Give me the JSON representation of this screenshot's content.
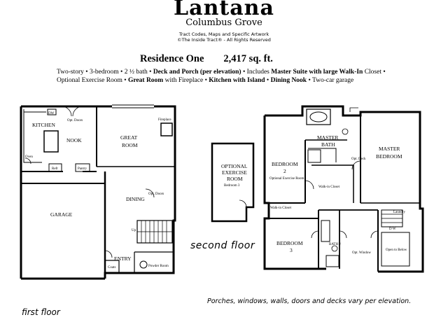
{
  "header": {
    "title": "Lantana",
    "subtitle": "Columbus Grove",
    "credits_line1": "Tract Codes, Maps and Specific Artwork",
    "credits_line2": "©The Inside Tract® - All Rights Reserved"
  },
  "residence": {
    "name": "Residence One",
    "size": "2,417 sq. ft."
  },
  "description": {
    "p1": "Two-story • 3-bedroom • 2 ½ bath • ",
    "b1": "Deck and Porch (per elevation)",
    "p2": " • Includes ",
    "b2": "Master Suite with large Walk-In",
    "p3": " Closet • Optional Exercise Room • ",
    "b3": "Great Room",
    "p4": " with Fireplace • ",
    "b4": "Kitchen with Island",
    "p5": " • ",
    "b5": "Dining Nook",
    "p6": " • Two-car garage"
  },
  "first_floor": {
    "label": "first floor",
    "rooms": {
      "kitchen": "KITCHEN",
      "nook": "NOOK",
      "great_room_1": "GREAT",
      "great_room_2": "ROOM",
      "garage": "GARAGE",
      "dining": "DINING",
      "entry": "ENTRY",
      "dw": "DW",
      "opt_doors": "Opt. Doors",
      "opt_doors_2": "Opt. Doors",
      "fireplace": "Fireplace",
      "refr": "Refr",
      "pantry": "Pantry",
      "coats": "Coats",
      "powder": "Powder Room",
      "up": "Up",
      "oven": "Oven"
    }
  },
  "optional": {
    "line1": "OPTIONAL",
    "line2": "EXERCISE",
    "line3": "ROOM",
    "sub": "Bedroom 3"
  },
  "second_floor": {
    "label": "second floor",
    "rooms": {
      "master_bath_1": "MASTER",
      "master_bath_2": "BATH",
      "master_bed_1": "MASTER",
      "master_bed_2": "BEDROOM",
      "bedroom2_1": "BEDROOM",
      "bedroom2_2": "2",
      "bedroom2_sub": "Optional Exercise Room",
      "walkin": "Walk-in Closet",
      "walkin2": "Walk-in Closet",
      "bedroom3_1": "BEDROOM",
      "bedroom3_2": "3",
      "bath2": "BATH 2",
      "laundry": "Laundry",
      "dw": "D W",
      "open_below": "Open to Below",
      "opt_deck": "Opt. Deck",
      "opt_window": "Opt. Window"
    }
  },
  "footer_note": "Porches, windows, walls, doors and decks vary per elevation."
}
